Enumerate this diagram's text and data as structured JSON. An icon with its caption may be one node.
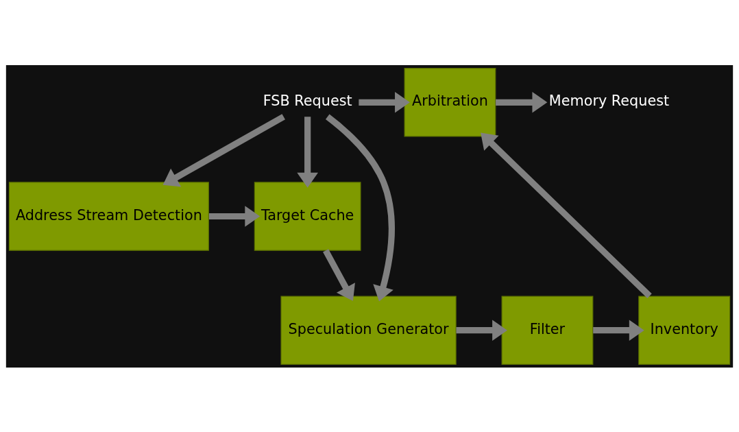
{
  "diagram": {
    "nodes": [
      {
        "text": [
          "FSB Request"
        ]
      },
      {
        "text": [
          "Arbitration"
        ]
      },
      {
        "text": [
          "Memory Request"
        ]
      },
      {
        "text": [
          "Target Cache"
        ]
      },
      {
        "text": [
          "Address Stream Detection"
        ]
      },
      {
        "text": [
          "Speculation Generator"
        ]
      },
      {
        "text": [
          "Filter"
        ]
      },
      {
        "text": [
          "Inventory"
        ]
      }
    ],
    "edges": [
      {
        "from": 0,
        "to": 1,
        "arrow": "to"
      },
      {
        "from": 0,
        "to": 3,
        "arrow": "to"
      },
      {
        "from": 0,
        "to": 4,
        "arrow": "to"
      },
      {
        "from": 0,
        "to": 5,
        "arrow": "to"
      },
      {
        "from": 1,
        "to": 2,
        "arrow": "to"
      },
      {
        "from": 4,
        "to": 3,
        "arrow": "to"
      },
      {
        "from": 3,
        "to": 5,
        "arrow": "to"
      },
      {
        "from": 5,
        "to": 6,
        "arrow": "to"
      },
      {
        "from": 6,
        "to": 7,
        "arrow": "to"
      },
      {
        "from": 7,
        "to": 1,
        "arrow": "to"
      }
    ]
  }
}
